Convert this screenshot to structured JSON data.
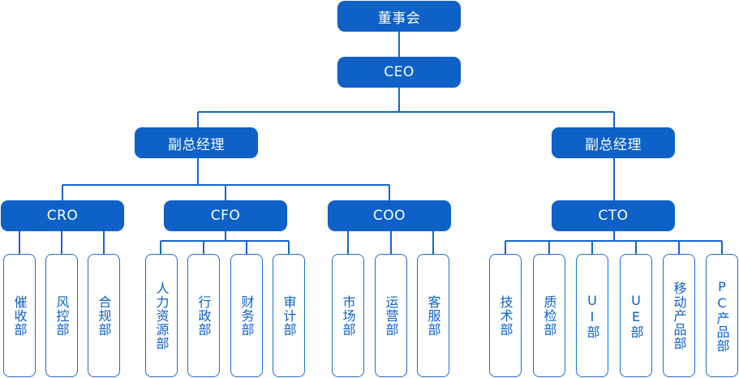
{
  "colors": {
    "node": "#0d61c7",
    "line": "#1466c9",
    "leaf_border": "#1c6fcf",
    "leaf_text": "#0d61c7"
  },
  "org": {
    "board": "董事会",
    "ceo": "CEO",
    "vp_left": "副总经理",
    "vp_right": "副总经理",
    "cro": {
      "label": "CRO",
      "depts": [
        "催收部",
        "风控部",
        "合规部"
      ]
    },
    "cfo": {
      "label": "CFO",
      "depts": [
        "人力资源部",
        "行政部",
        "财务部",
        "审计部"
      ]
    },
    "coo": {
      "label": "COO",
      "depts": [
        "市场部",
        "运营部",
        "客服部"
      ]
    },
    "cto": {
      "label": "CTO",
      "depts": [
        "技术部",
        "质检部",
        "UI部",
        "UE部",
        "移动产品部",
        "PC产品部"
      ]
    }
  }
}
